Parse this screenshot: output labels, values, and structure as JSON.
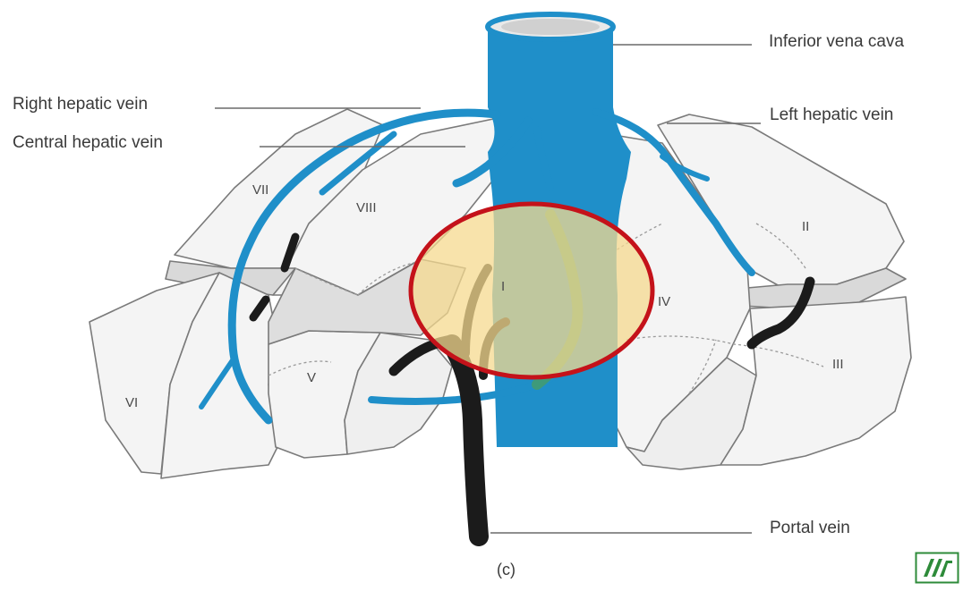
{
  "labels": {
    "inferior_vena_cava": "Inferior vena cava",
    "right_hepatic_vein": "Right hepatic vein",
    "left_hepatic_vein": "Left hepatic vein",
    "central_hepatic_vein": "Central hepatic vein",
    "portal_vein": "Portal vein",
    "panel": "(c)"
  },
  "segments": {
    "s1": "I",
    "s2": "II",
    "s3": "III",
    "s4": "IV",
    "s5": "V",
    "s6": "VI",
    "s7": "VII",
    "s8": "VIII"
  },
  "colors": {
    "vein_blue": "#1f8fc9",
    "portal_black": "#1b1b1b",
    "highlight_fill": "#f6d98f",
    "highlight_ring": "#c4121a",
    "lobe_fill": "#f5f5f5",
    "lobe_stroke": "#7d7d7d",
    "logo_green": "#2e8b3a"
  },
  "logo": {
    "icon": "institution-logo-icon"
  }
}
